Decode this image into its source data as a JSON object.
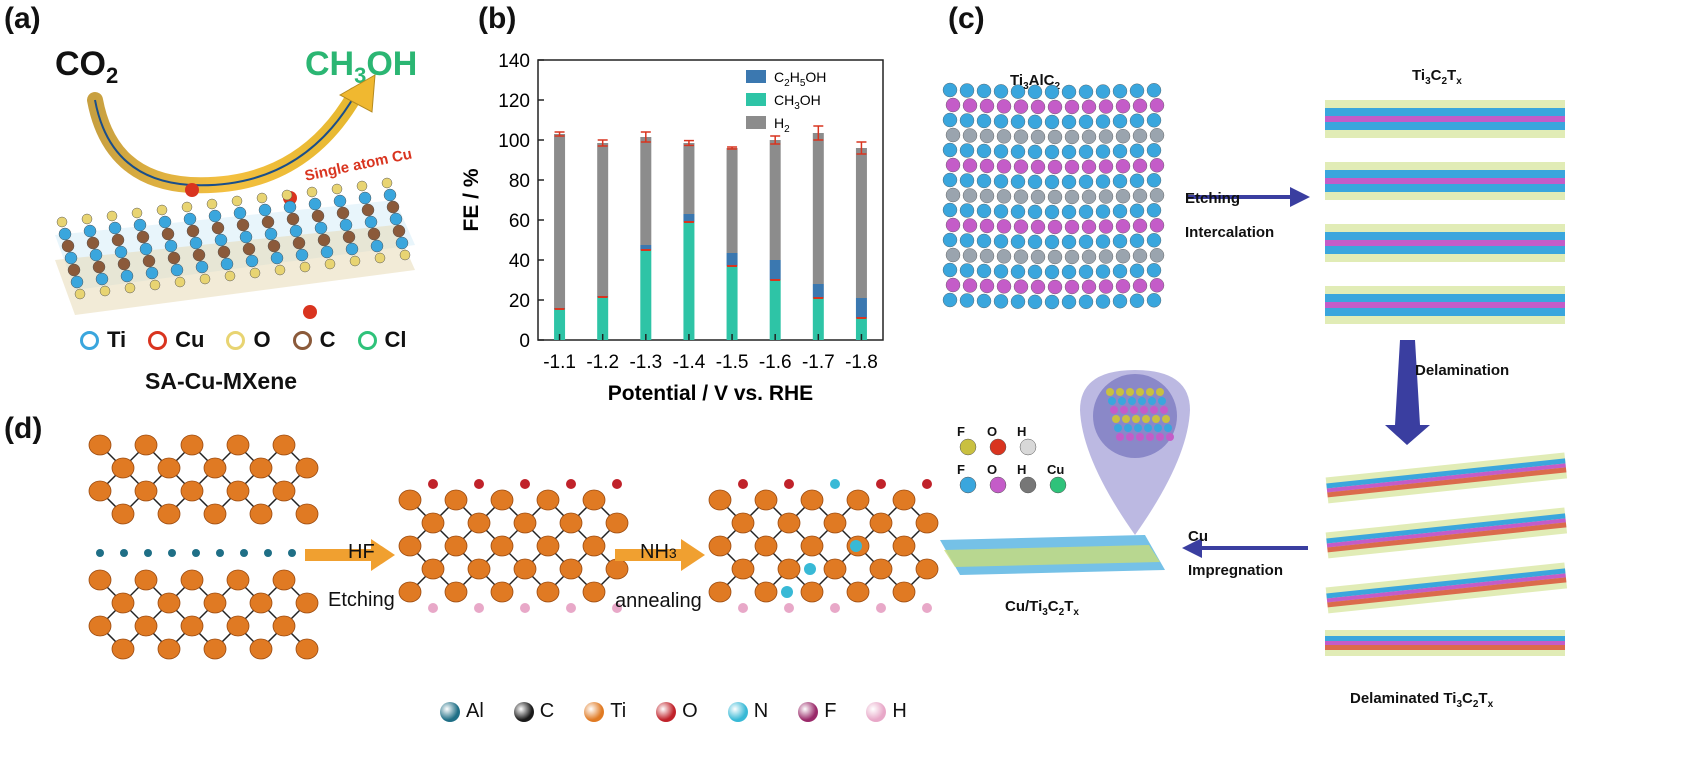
{
  "panels": {
    "a": {
      "label": "(a)",
      "reactant": "CO",
      "reactant_sub": "2",
      "product_parts": [
        "CH",
        "3",
        "OH"
      ],
      "annotation": "Single atom Cu",
      "caption": "SA-Cu-MXene",
      "legend": [
        {
          "name": "Ti",
          "color": "#3aa6dd"
        },
        {
          "name": "Cu",
          "color": "#d9341f"
        },
        {
          "name": "O",
          "color": "#e8d472"
        },
        {
          "name": "C",
          "color": "#8b5a3a"
        },
        {
          "name": "Cl",
          "color": "#2fc27a"
        }
      ]
    },
    "b": {
      "label": "(b)"
    },
    "c": {
      "label": "(c)",
      "start": {
        "base": "Ti",
        "s1": "3",
        "mid": "AlC",
        "s2": "2"
      },
      "etched": {
        "base": "Ti",
        "s1": "3",
        "mid": "C",
        "s2": "2",
        "end": "T",
        "s3": "x"
      },
      "step1": [
        "Etching",
        "Intercalation"
      ],
      "step2": "Delamination",
      "step3": [
        "Cu",
        "Impregnation"
      ],
      "delaminated_prefix": "Delaminated ",
      "final_prefix": "Cu/",
      "legend_row1": [
        "F",
        "O",
        "H"
      ],
      "legend_row2": [
        "F",
        "O",
        "H",
        "Cu"
      ]
    },
    "d": {
      "label": "(d)",
      "step1": [
        "HF",
        "Etching"
      ],
      "step2": [
        "NH",
        "3",
        "annealing"
      ],
      "legend": [
        {
          "name": "Al",
          "color": "#1f6f86"
        },
        {
          "name": "C",
          "color": "#1a1a1a"
        },
        {
          "name": "Ti",
          "color": "#e07a23"
        },
        {
          "name": "O",
          "color": "#c0222a"
        },
        {
          "name": "N",
          "color": "#38b9d6"
        },
        {
          "name": "F",
          "color": "#9a2a6a"
        },
        {
          "name": "H",
          "color": "#e8a8c8"
        }
      ]
    }
  },
  "chart_data": {
    "type": "bar",
    "stacked": true,
    "ylabel": "FE / %",
    "xlabel": "Potential / V vs. RHE",
    "ylim": [
      0,
      140
    ],
    "yticks": [
      0,
      20,
      40,
      60,
      80,
      100,
      120,
      140
    ],
    "categories": [
      "-1.1",
      "-1.2",
      "-1.3",
      "-1.4",
      "-1.5",
      "-1.6",
      "-1.7",
      "-1.8"
    ],
    "series": [
      {
        "name": "CH3OH",
        "label_parts": [
          "CH",
          "3",
          "OH"
        ],
        "color": "#2ec4a6",
        "values": [
          15.5,
          21.5,
          45,
          59,
          37,
          30,
          21,
          11
        ]
      },
      {
        "name": "C2H5OH",
        "label_parts": [
          "C",
          "2",
          "H",
          "5",
          "OH"
        ],
        "color": "#3b78b0",
        "values": [
          0.5,
          0.5,
          2.5,
          4,
          6.5,
          10,
          7,
          10
        ]
      },
      {
        "name": "H2",
        "label_parts": [
          "H",
          "2"
        ],
        "color": "#8c8c8c",
        "values": [
          87,
          76.5,
          54,
          35.5,
          52.5,
          60,
          75.5,
          75
        ]
      }
    ],
    "errors_top": [
      1,
      1.5,
      2.5,
      1.2,
      0.5,
      2,
      3.5,
      3
    ]
  }
}
